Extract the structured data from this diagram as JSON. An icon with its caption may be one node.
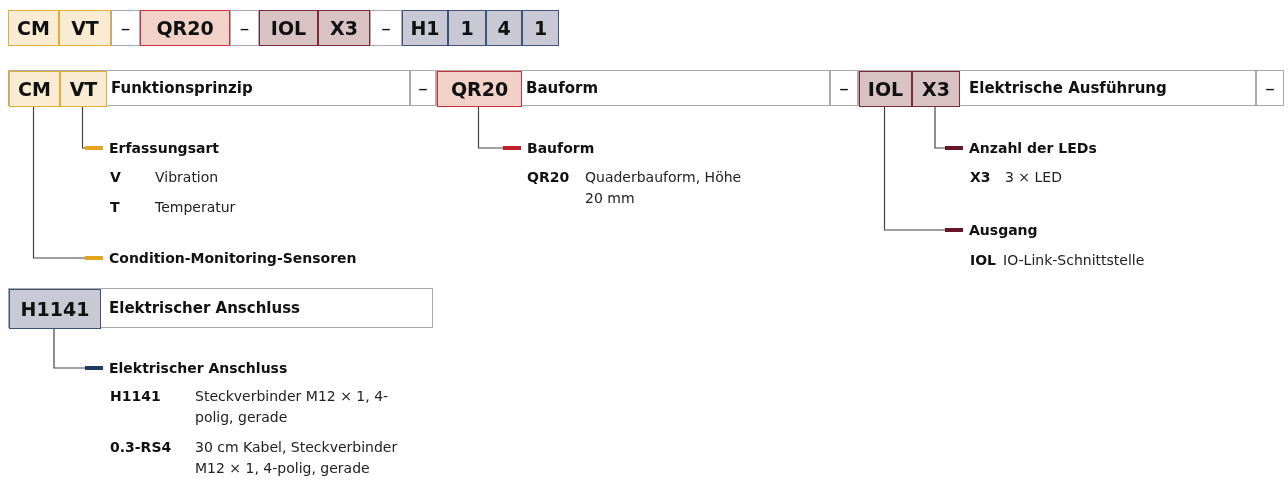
{
  "diagram": {
    "nodes": [
      {
        "text": [
          "CM"
        ]
      },
      {
        "text": [
          "VT"
        ]
      },
      {
        "text": [
          "–"
        ]
      },
      {
        "text": [
          "QR20"
        ]
      },
      {
        "text": [
          "–"
        ]
      },
      {
        "text": [
          "IOL"
        ]
      },
      {
        "text": [
          "X3"
        ]
      },
      {
        "text": [
          "–"
        ]
      },
      {
        "text": [
          "H1"
        ]
      },
      {
        "text": [
          "1"
        ]
      },
      {
        "text": [
          "4"
        ]
      },
      {
        "text": [
          "1"
        ]
      },
      {
        "text": [
          "Funktionsprinzip"
        ]
      },
      {
        "text": [
          "CM"
        ],
        "in": 12
      },
      {
        "text": [
          "VT"
        ],
        "in": 12
      },
      {
        "text": [
          "–"
        ]
      },
      {
        "text": [
          "Bauform"
        ]
      },
      {
        "text": [
          "QR20"
        ],
        "in": 16
      },
      {
        "text": [
          "–"
        ]
      },
      {
        "text": [
          "Elektrische Ausführung"
        ]
      },
      {
        "text": [
          "IOL"
        ],
        "in": 19
      },
      {
        "text": [
          "X3"
        ],
        "in": 19
      },
      {
        "text": [
          "–"
        ]
      },
      {
        "text": [
          "Erfassungsart"
        ]
      },
      {
        "text": [
          "Bauform"
        ]
      },
      {
        "text": [
          "Anzahl der LEDs"
        ]
      },
      {
        "text": [
          "Ausgang"
        ]
      },
      {
        "text": [
          "Condition-Monitoring-Sensoren"
        ]
      },
      {
        "text": [
          "Elektrischer Anschluss"
        ]
      },
      {
        "text": [
          "H1141"
        ],
        "in": 28
      },
      {
        "text": [
          "Elektrischer Anschluss"
        ]
      }
    ],
    "edges": [
      {
        "from": 14,
        "to": 23,
        "arrow": "none"
      },
      {
        "from": 17,
        "to": 24,
        "arrow": "none"
      },
      {
        "from": 21,
        "to": 25,
        "arrow": "none"
      },
      {
        "from": 20,
        "to": 26,
        "arrow": "none"
      },
      {
        "from": 13,
        "to": 27,
        "arrow": "none"
      },
      {
        "from": 29,
        "to": 30,
        "arrow": "none"
      }
    ],
    "labels": [
      "V",
      "Vibration",
      "T",
      "Temperatur",
      "QR20",
      "Quaderbauform, Höhe 20 mm",
      "X3",
      "3 × LED",
      "IOL",
      "IO-Link-Schnittstelle",
      "H1141",
      "Steckverbinder M12 × 1, 4-polig, gerade",
      "0.3-RS4",
      "30 cm Kabel, Steckverbinder M12 × 1, 4-polig, gerade"
    ]
  }
}
